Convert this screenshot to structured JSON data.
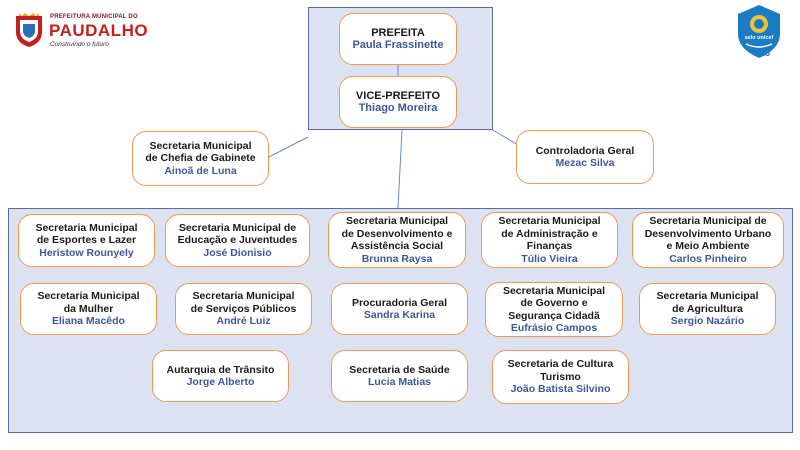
{
  "header": {
    "logo_left": {
      "top_line": "PREFEITURA MUNICIPAL DO",
      "name": "PAUDALHO",
      "tagline": "Construindo o futuro"
    },
    "logo_right": {
      "badge": "selo unicef",
      "number": "25"
    }
  },
  "colors": {
    "panel_fill": "#dce2f2",
    "panel_border": "#5a6e9c",
    "node_border": "#ee9a55",
    "title_text": "#1a1a1a",
    "person_text": "#3b5998",
    "connector": "#6b8cc4"
  },
  "top": {
    "prefeito": {
      "title": "PREFEITA",
      "person": "Paula Frassinette"
    },
    "vice": {
      "title": "VICE-PREFEITO",
      "person": "Thiago Moreira"
    }
  },
  "side": {
    "chefia": {
      "title_lines": [
        "Secretaria Municipal",
        "de Chefia de Gabinete"
      ],
      "person": "Ainoã de Luna"
    },
    "controladoria": {
      "title_lines": [
        "Controladoria Geral"
      ],
      "person": "Mezac Silva"
    }
  },
  "secretarias": [
    {
      "title_lines": [
        "Secretaria Municipal",
        "de Esportes e Lazer"
      ],
      "person": "Heristow Rounyely"
    },
    {
      "title_lines": [
        "Secretaria Municipal de",
        "Educação e Juventudes"
      ],
      "person": "José Dionisio"
    },
    {
      "title_lines": [
        "Secretaria Municipal",
        "de Desenvolvimento e",
        "Assistência Social"
      ],
      "person": "Brunna Raysa"
    },
    {
      "title_lines": [
        "Secretaria Municipal",
        "de Administração e",
        "Finanças"
      ],
      "person": "Túlio Vieira"
    },
    {
      "title_lines": [
        "Secretaria Municipal de",
        "Desenvolvimento Urbano",
        "e Meio Ambiente"
      ],
      "person": "Carlos Pinheiro"
    },
    {
      "title_lines": [
        "Secretaria Municipal",
        "da Mulher"
      ],
      "person": "Eliana Macêdo"
    },
    {
      "title_lines": [
        "Secretaria Municipal",
        "de Serviços Públicos"
      ],
      "person": "André Luiz"
    },
    {
      "title_lines": [
        "Procuradoria Geral"
      ],
      "person": "Sandra Karina"
    },
    {
      "title_lines": [
        "Secretaria Municipal",
        "de Governo e",
        "Segurança Cidadã"
      ],
      "person": "Eufrásio Campos"
    },
    {
      "title_lines": [
        "Secretaria Municipal",
        "de Agricultura"
      ],
      "person": "Sergio Nazário"
    },
    {
      "title_lines": [
        "Autarquia de Trânsito"
      ],
      "person": "Jorge Alberto"
    },
    {
      "title_lines": [
        "Secretaria de Saúde"
      ],
      "person": "Lucia Matias"
    },
    {
      "title_lines": [
        "Secretaria de Cultura",
        "Turismo"
      ],
      "person": "João Batista Silvino"
    }
  ]
}
